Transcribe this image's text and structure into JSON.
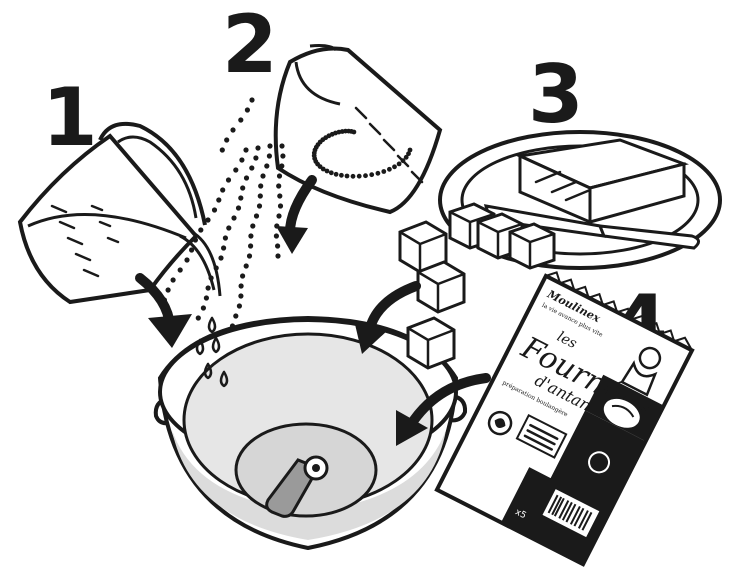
{
  "steps": [
    {
      "number": "1"
    },
    {
      "number": "2"
    },
    {
      "number": "3"
    },
    {
      "number": "4"
    }
  ],
  "packet": {
    "brand": "Moulinex",
    "tagline": "la vie avance plus vite",
    "title_line1": "les",
    "title_line2": "Fournées",
    "title_line3": "d'antan",
    "subtitle": "préparation boulangère",
    "weight": "x5"
  },
  "colors": {
    "ink": "#1a1a1a",
    "bowl_fill": "#e6e6e6",
    "bowl_shade": "#d2d2d2",
    "paper": "#ffffff"
  }
}
